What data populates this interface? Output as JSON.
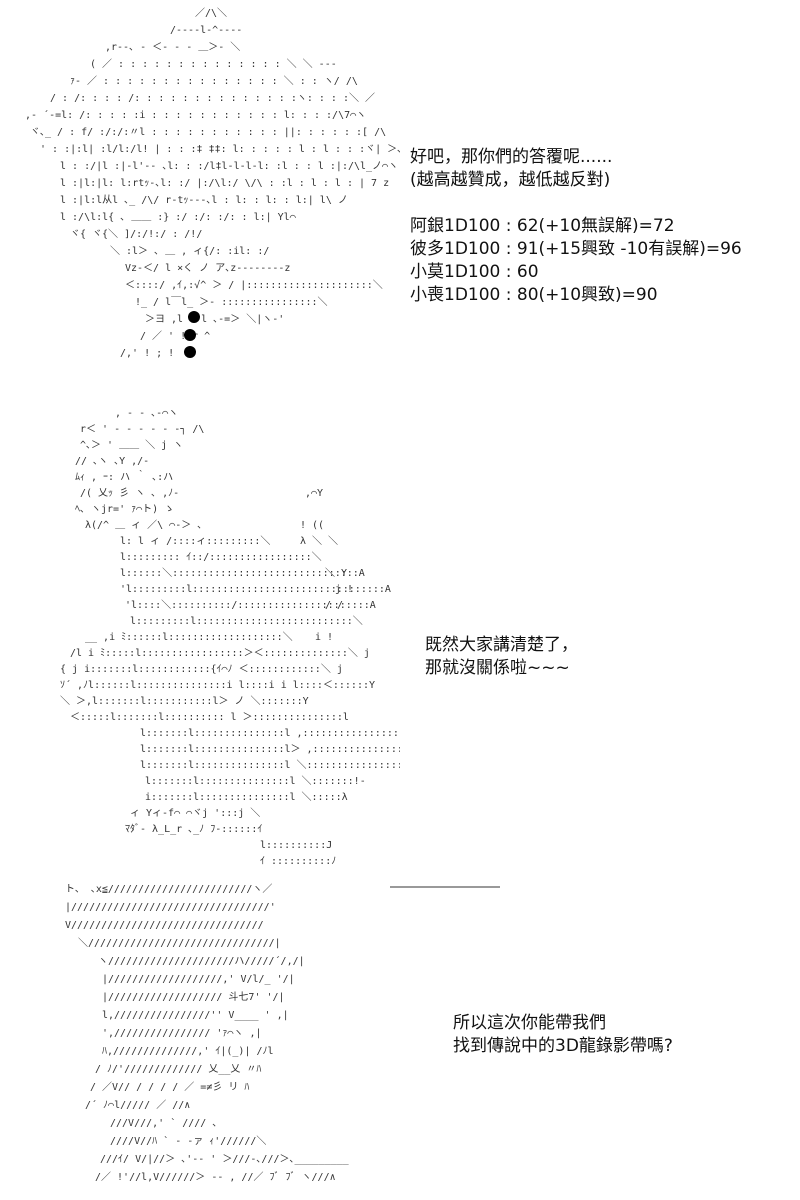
{
  "panel1": {
    "lines": [
      "好吧，那你們的答覆呢......",
      "(越高越贊成，越低越反對)",
      "",
      "阿銀1D100 : 62(+10無誤解)=72",
      "彼多1D100 : 91(+15興致 -10有誤解)=96",
      "小莫1D100 : 60",
      "小喪1D100 : 80(+10興致)=90"
    ]
  },
  "panel2": {
    "lines": [
      "既然大家講清楚了，",
      "那就沒關係啦~~~"
    ]
  },
  "panel3": {
    "lines": [
      "所以這次你能帶我們",
      "找到傳說中的3D龍錄影帶嗎?"
    ]
  }
}
